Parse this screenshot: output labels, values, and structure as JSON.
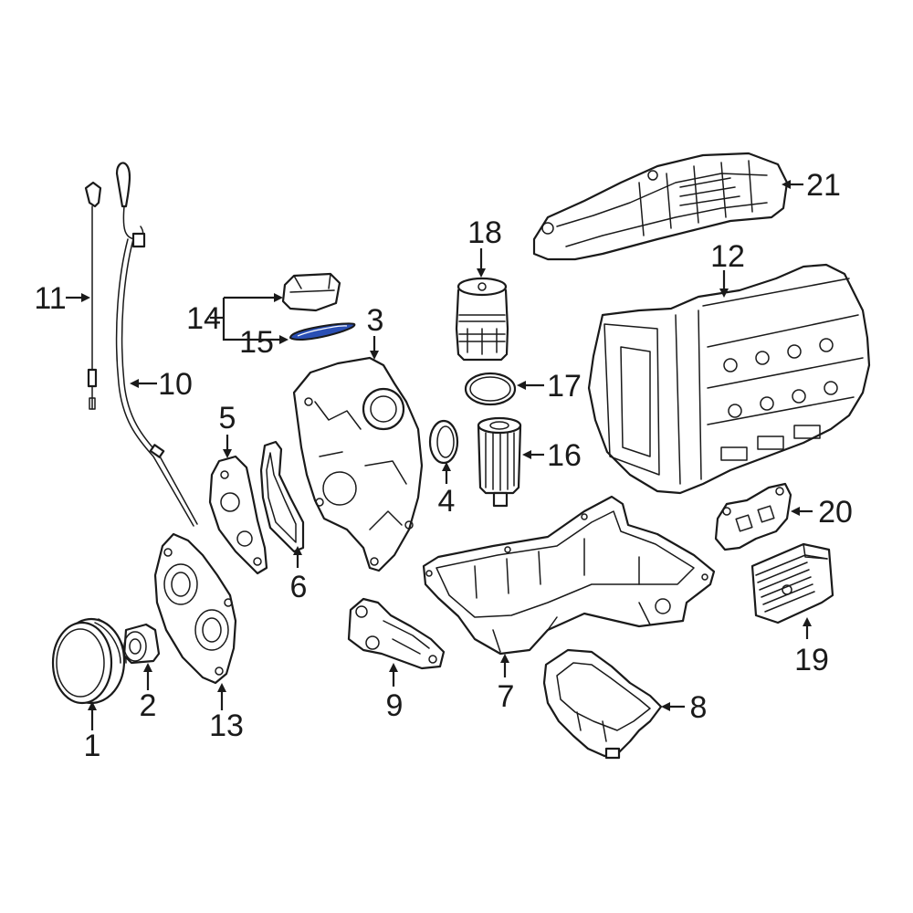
{
  "diagram": {
    "highlight_color": "#2a4fb4",
    "line_color": "#1a1a1a",
    "background_color": "#ffffff",
    "callouts": {
      "c1": "1",
      "c2": "2",
      "c3": "3",
      "c4": "4",
      "c5": "5",
      "c6": "6",
      "c7": "7",
      "c8": "8",
      "c9": "9",
      "c10": "10",
      "c11": "11",
      "c12": "12",
      "c13": "13",
      "c14": "14",
      "c15": "15",
      "c16": "16",
      "c17": "17",
      "c18": "18",
      "c19": "19",
      "c20": "20",
      "c21": "21"
    },
    "parts": [
      {
        "id": "1",
        "icon": "crankshaft-pulley"
      },
      {
        "id": "2",
        "icon": "pulley-hub"
      },
      {
        "id": "3",
        "icon": "timing-cover"
      },
      {
        "id": "4",
        "icon": "seal-ring"
      },
      {
        "id": "5",
        "icon": "gasket-plate"
      },
      {
        "id": "6",
        "icon": "gasket"
      },
      {
        "id": "7",
        "icon": "oil-pan-upper"
      },
      {
        "id": "8",
        "icon": "oil-pan-lower"
      },
      {
        "id": "9",
        "icon": "oil-pump"
      },
      {
        "id": "10",
        "icon": "dipstick-tube"
      },
      {
        "id": "11",
        "icon": "dipstick"
      },
      {
        "id": "12",
        "icon": "engine-block"
      },
      {
        "id": "13",
        "icon": "front-cover"
      },
      {
        "id": "14",
        "icon": "oil-filler-cap"
      },
      {
        "id": "15",
        "icon": "o-ring",
        "highlighted": true
      },
      {
        "id": "16",
        "icon": "oil-filter-element"
      },
      {
        "id": "17",
        "icon": "filter-o-ring"
      },
      {
        "id": "18",
        "icon": "oil-filter-housing-cap"
      },
      {
        "id": "19",
        "icon": "oil-cooler"
      },
      {
        "id": "20",
        "icon": "oil-cooler-gasket"
      },
      {
        "id": "21",
        "icon": "intake-manifold"
      }
    ]
  }
}
